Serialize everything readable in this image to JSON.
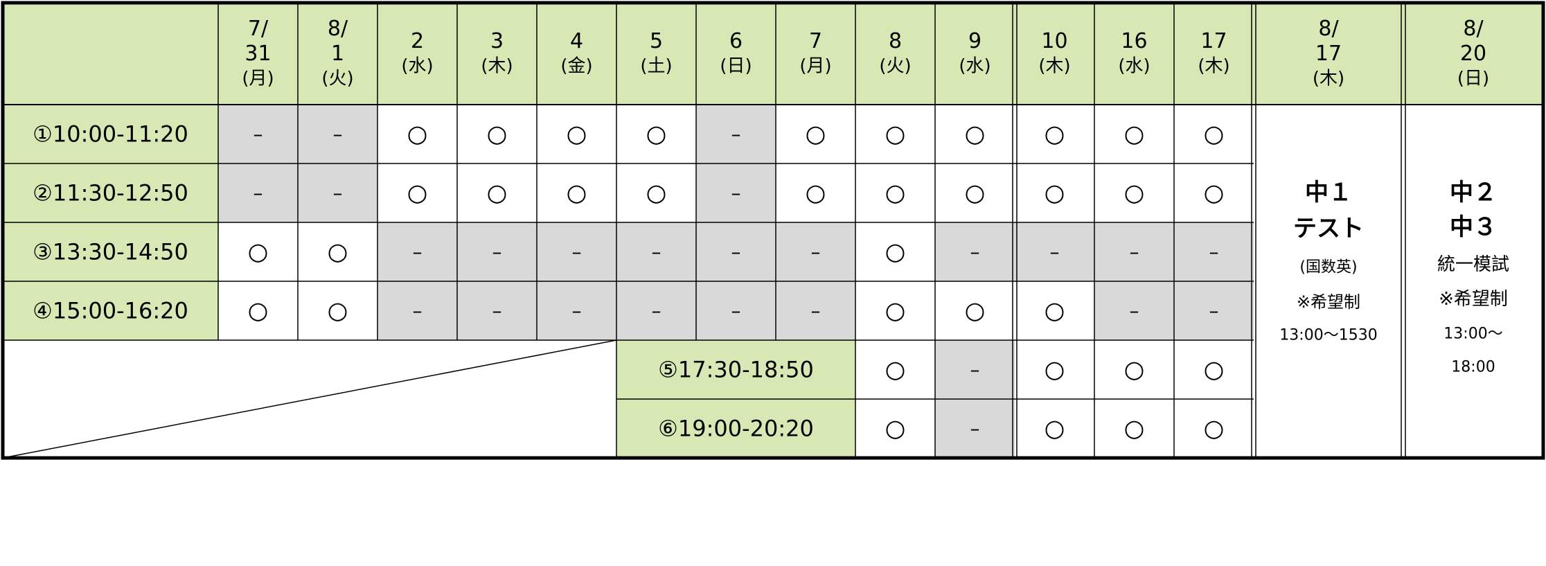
{
  "colors": {
    "header_bg": "#d8e8b4",
    "closed_bg": "#d9d9d9",
    "open_bg": "#ffffff",
    "border": "#000000"
  },
  "header": {
    "corner": "",
    "dates": [
      [
        "7/",
        "31",
        "(月)"
      ],
      [
        "8/",
        "1",
        "(火)"
      ],
      [
        "2",
        "(水)"
      ],
      [
        "3",
        "(木)"
      ],
      [
        "4",
        "(金)"
      ],
      [
        "5",
        "(土)"
      ],
      [
        "6",
        "(日)"
      ],
      [
        "7",
        "(月)"
      ],
      [
        "8",
        "(火)"
      ],
      [
        "9",
        "(水)"
      ],
      [
        "10",
        "(木)"
      ],
      [
        "16",
        "(水)"
      ],
      [
        "17",
        "(木)"
      ],
      [
        "8/",
        "17",
        "(木)"
      ],
      [
        "8/",
        "20",
        "(日)"
      ]
    ]
  },
  "slots": [
    {
      "label": "①10:00-11:20",
      "cells": [
        "–",
        "–",
        "○",
        "○",
        "○",
        "○",
        "–",
        "○",
        "○",
        "○",
        "○",
        "○",
        "○"
      ]
    },
    {
      "label": "②11:30-12:50",
      "cells": [
        "–",
        "–",
        "○",
        "○",
        "○",
        "○",
        "–",
        "○",
        "○",
        "○",
        "○",
        "○",
        "○"
      ]
    },
    {
      "label": "③13:30-14:50",
      "cells": [
        "○",
        "○",
        "–",
        "–",
        "–",
        "–",
        "–",
        "–",
        "○",
        "–",
        "–",
        "–",
        "–"
      ]
    },
    {
      "label": "④15:00-16:20",
      "cells": [
        "○",
        "○",
        "–",
        "–",
        "–",
        "–",
        "–",
        "–",
        "○",
        "○",
        "○",
        "–",
        "–"
      ]
    },
    {
      "label": "⑤17:30-18:50",
      "cells": [
        "○",
        "–",
        "○",
        "○",
        "○"
      ]
    },
    {
      "label": "⑥19:00-20:20",
      "cells": [
        "○",
        "–",
        "○",
        "○",
        "○"
      ]
    }
  ],
  "special_columns": [
    {
      "lines": [
        "中１",
        "テスト",
        "(国数英)",
        "※希望制",
        "13:00～1530"
      ]
    },
    {
      "lines": [
        "中２",
        "中３",
        "統一模試",
        "※希望制",
        "13:00～",
        "18:00"
      ]
    }
  ]
}
